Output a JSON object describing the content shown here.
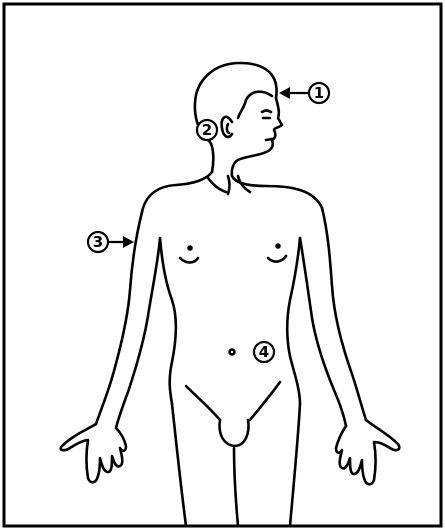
{
  "callouts": [
    {
      "id": "1",
      "label": "1",
      "target": "forehead"
    },
    {
      "id": "2",
      "label": "2",
      "target": "behind-ear"
    },
    {
      "id": "3",
      "label": "3",
      "target": "upper-arm"
    },
    {
      "id": "4",
      "label": "4",
      "target": "abdomen-beside-navel"
    }
  ]
}
